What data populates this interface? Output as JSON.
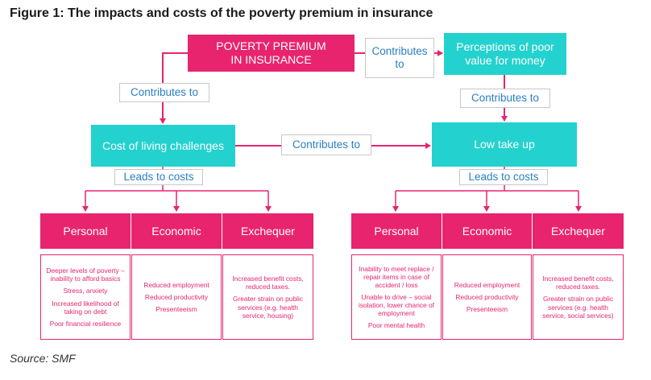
{
  "title": "Figure 1: The impacts and costs of the poverty premium in insurance",
  "source": "Source: SMF",
  "nodes": {
    "poverty_premium": "POVERTY PREMIUM IN INSURANCE",
    "perceptions": "Perceptions of poor value for money",
    "cost_of_living": "Cost of living challenges",
    "low_take_up": "Low take up"
  },
  "connectors": {
    "top_right": "Contributes to",
    "left_down": "Contributes to",
    "right_down": "Contributes to",
    "middle": "Contributes to",
    "leads_left": "Leads to costs",
    "leads_right": "Leads to costs"
  },
  "colors": {
    "pink": "#e8246e",
    "teal": "#23d2ce",
    "connector_text": "#2a7fc0"
  },
  "left_group": {
    "categories": [
      "Personal",
      "Economic",
      "Exchequer"
    ],
    "details": [
      [
        "Deeper levels of poverty – inability to afford basics",
        "Stress, anxiety",
        "Increased likelihood of taking on debt",
        "Poor financial resilience"
      ],
      [
        "Reduced employment",
        "Reduced productivity",
        "Presenteeism"
      ],
      [
        "Increased benefit costs, reduced taxes.",
        "Greater strain on public services (e.g. health service, housing)"
      ]
    ]
  },
  "right_group": {
    "categories": [
      "Personal",
      "Economic",
      "Exchequer"
    ],
    "details": [
      [
        "Inability to meet replace / repair items in case of accident / loss",
        "Unable to drive – social isolation, lower chance of employment",
        "Poor mental health"
      ],
      [
        "Reduced employment",
        "Reduced productivity",
        "Presenteeism"
      ],
      [
        "Increased benefit costs, reduced taxes.",
        "Greater strain on public services (e.g. health service, social services)"
      ]
    ]
  }
}
